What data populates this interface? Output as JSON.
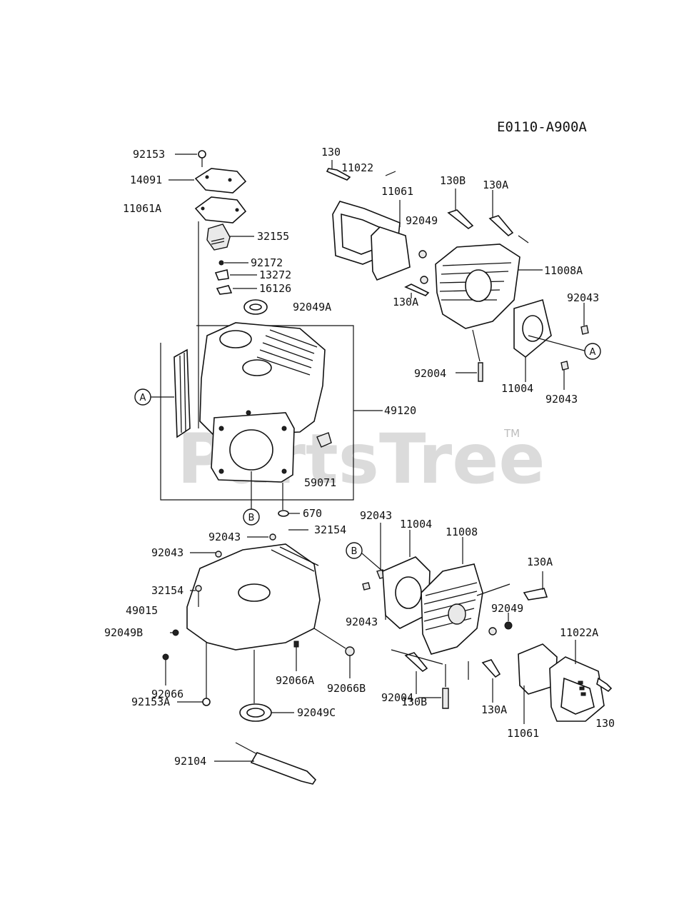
{
  "diagram_code": "E0110-A900A",
  "watermark": {
    "brand": "PartsTree",
    "trademark": "TM"
  },
  "callouts": {
    "a": "A",
    "b": "B"
  },
  "labels": {
    "l92153": "92153",
    "l14091": "14091",
    "l11061A": "11061A",
    "l32155": "32155",
    "l92172": "92172",
    "l13272": "13272",
    "l16126": "16126",
    "l92049A": "92049A",
    "l49120": "49120",
    "l59071": "59071",
    "l670": "670",
    "l130_top": "130",
    "l11022": "11022",
    "l11061_top": "11061",
    "l92049_top": "92049",
    "l130B_top": "130B",
    "l130A_top": "130A",
    "l11008A": "11008A",
    "l92043_r1": "92043",
    "l130A_mid": "130A",
    "l92004_top": "92004",
    "l11004_top": "11004",
    "l92043_r2": "92043",
    "l92043_c1": "92043",
    "l32154_c": "32154",
    "l92043_l": "92043",
    "l32154_l": "32154",
    "l49015": "49015",
    "l92049B": "92049B",
    "l92066": "92066",
    "l92153A": "92153A",
    "l92066A": "92066A",
    "l92066B": "92066B",
    "l92049C": "92049C",
    "l92104": "92104",
    "l92043_b1": "92043",
    "l11004_b": "11004",
    "l11008_b": "11008",
    "l130A_b1": "130A",
    "l92049_b": "92049",
    "l92043_b2": "92043",
    "l130B_b": "130B",
    "l130A_b2": "130A",
    "l92004_b": "92004",
    "l11022A": "11022A",
    "l11061_b": "11061",
    "l130_b": "130"
  }
}
